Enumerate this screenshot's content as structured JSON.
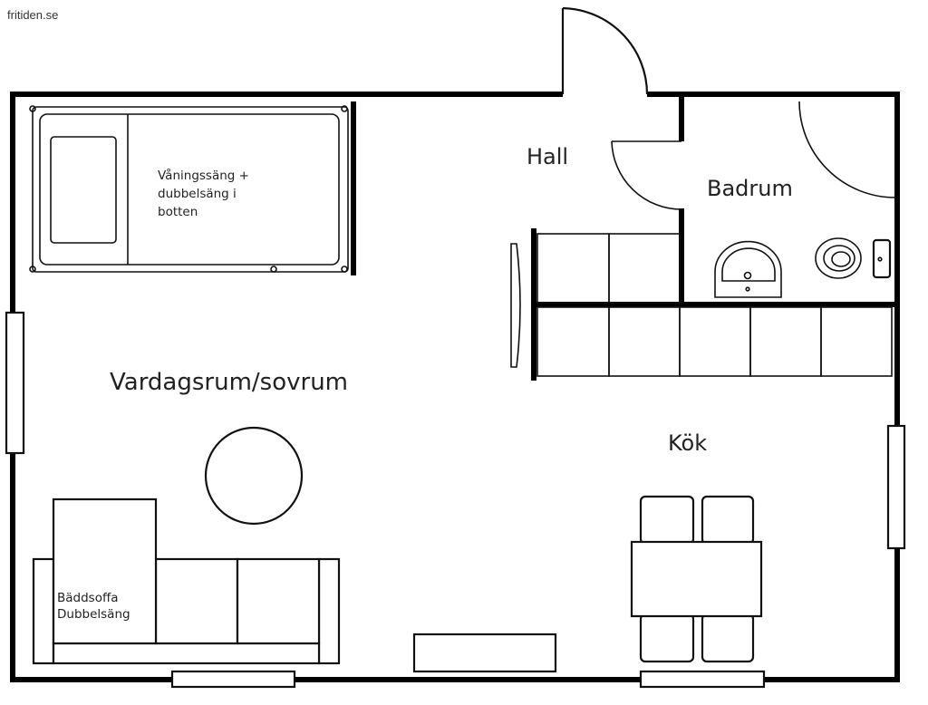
{
  "watermark": "fritiden.se",
  "rooms": {
    "living": "Vardagsrum/sovrum",
    "kitchen": "Kök",
    "hall": "Hall",
    "bathroom": "Badrum"
  },
  "furniture": {
    "bunk_bed_lines": [
      "Våningssäng +",
      "dubbelsäng i",
      "botten"
    ],
    "sofa_bed_lines": [
      "Bäddsoffa",
      "Dubbelsäng"
    ]
  }
}
